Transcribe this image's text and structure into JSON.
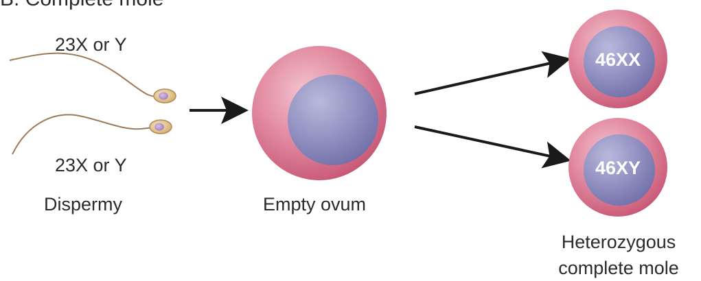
{
  "title": "B. Complete mole",
  "sperm": {
    "top_label": "23X or Y",
    "bottom_label": "23X or Y",
    "process_label": "Dispermy"
  },
  "ovum": {
    "label": "Empty ovum"
  },
  "results": {
    "xx_label": "46XX",
    "xy_label": "46XY",
    "caption_line1": "Heterozygous",
    "caption_line2": "complete mole"
  },
  "colors": {
    "cell_outer": "#d9758f",
    "cell_nucleus": "#8a8ab8",
    "arrow": "#1a1a1a",
    "sperm_tail": "#9a7a5a",
    "sperm_head": "#e6cfa0"
  }
}
